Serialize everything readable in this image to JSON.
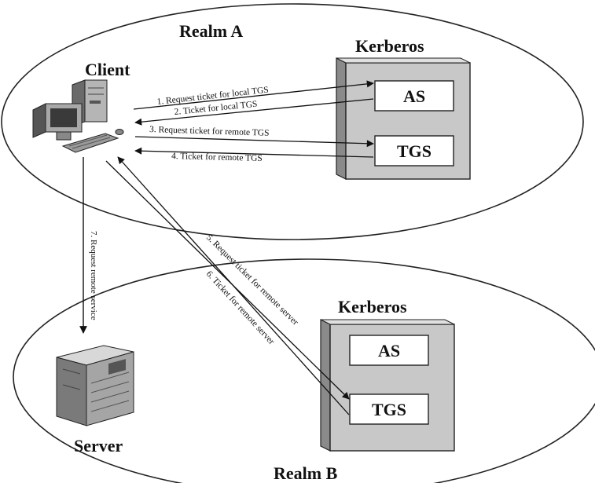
{
  "realms": {
    "a": {
      "title": "Realm A"
    },
    "b": {
      "title": "Realm B"
    }
  },
  "kerberos_a": {
    "title": "Kerberos",
    "as": "AS",
    "tgs": "TGS"
  },
  "kerberos_b": {
    "title": "Kerberos",
    "as": "AS",
    "tgs": "TGS"
  },
  "client": {
    "label": "Client",
    "icon": "desktop-computer-icon"
  },
  "server": {
    "label": "Server",
    "icon": "server-tower-icon"
  },
  "messages": {
    "m1": "1. Request ticket for local TGS",
    "m2": "2. Ticket for local TGS",
    "m3": "3. Request ticket for remote TGS",
    "m4": "4. Ticket for remote TGS",
    "m5": "5. Request ticket for remote server",
    "m6": "6. Ticket for remote server",
    "m7": "7. Request remote service"
  },
  "colors": {
    "box_fill": "#c8c8c8",
    "box_side": "#8a8a8a",
    "inner_fill": "#ffffff",
    "line": "#111111"
  }
}
